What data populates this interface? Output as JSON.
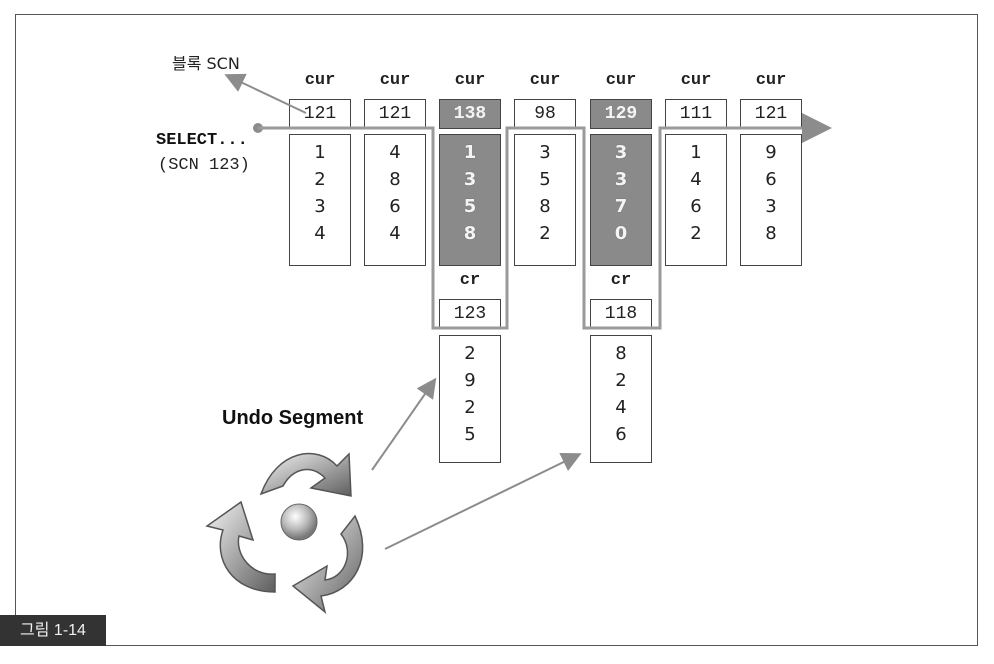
{
  "block_scn_label": "블록 SCN",
  "query": {
    "line1": "SELECT...",
    "line2": "(SCN 123)"
  },
  "cur_label": "cur",
  "cr_label": "cr",
  "blocks": [
    {
      "scn": "121",
      "values": [
        "1",
        "2",
        "3",
        "4"
      ],
      "highlight": false
    },
    {
      "scn": "121",
      "values": [
        "4",
        "8",
        "6",
        "4"
      ],
      "highlight": false
    },
    {
      "scn": "138",
      "values": [
        "1",
        "3",
        "5",
        "8"
      ],
      "highlight": true
    },
    {
      "scn": "98",
      "values": [
        "3",
        "5",
        "8",
        "2"
      ],
      "highlight": false
    },
    {
      "scn": "129",
      "values": [
        "3",
        "3",
        "7",
        "0"
      ],
      "highlight": true
    },
    {
      "scn": "111",
      "values": [
        "1",
        "4",
        "6",
        "2"
      ],
      "highlight": false
    },
    {
      "scn": "121",
      "values": [
        "9",
        "6",
        "3",
        "8"
      ],
      "highlight": false
    }
  ],
  "cr_blocks": [
    {
      "scn": "123",
      "values": [
        "2",
        "9",
        "2",
        "5"
      ]
    },
    {
      "scn": "118",
      "values": [
        "8",
        "2",
        "4",
        "6"
      ]
    }
  ],
  "undo_segment_label": "Undo Segment",
  "figure_label": "그림 1-14",
  "colors": {
    "highlight_fill": "#8a8a8a",
    "arrow": "#8c8c8c",
    "border": "#444444"
  }
}
